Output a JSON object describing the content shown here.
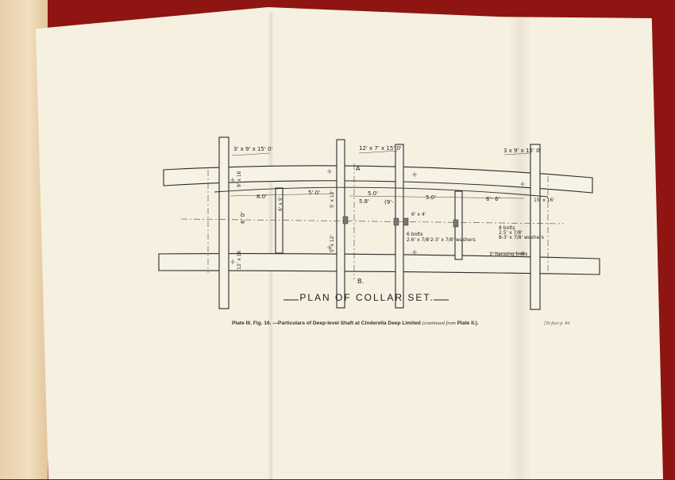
{
  "drawing": {
    "title": "PLAN OF COLLAR SET.",
    "beam_sizes": [
      "3' x 9' x 15' 0'",
      "12' x 7' x 15' 0'",
      "3 x 9' x 15' 0'"
    ],
    "markers": [
      "A",
      "B."
    ],
    "dimensions": [
      "8.0'",
      "5' 0'",
      "5.0'",
      "5.0'",
      "5.8'",
      "(9'-",
      "6'- 6'",
      "6' 0'",
      "9' x 16",
      "12' x 16",
      "5' x 12'",
      "5' x 12'",
      "15' x 16'",
      "6' x 4'",
      "6' x 5'"
    ],
    "bolt_notes": [
      "6 bolts",
      "2.6' x 7/8'",
      "2-3' x 7/8' washers",
      "8 bolts",
      "2.5' x 7/8'",
      "8-3' x 7/8' washers",
      "1' hanging bolts"
    ]
  },
  "caption": {
    "plate": "Plate III.",
    "fig": "Fig. 16.",
    "text": "—Particulars of Deep-level Shaft at Cinderella Deep Limited",
    "continued": "(continued from",
    "plate_ref": "Plate II.).",
    "face": "[To face p. 84."
  }
}
